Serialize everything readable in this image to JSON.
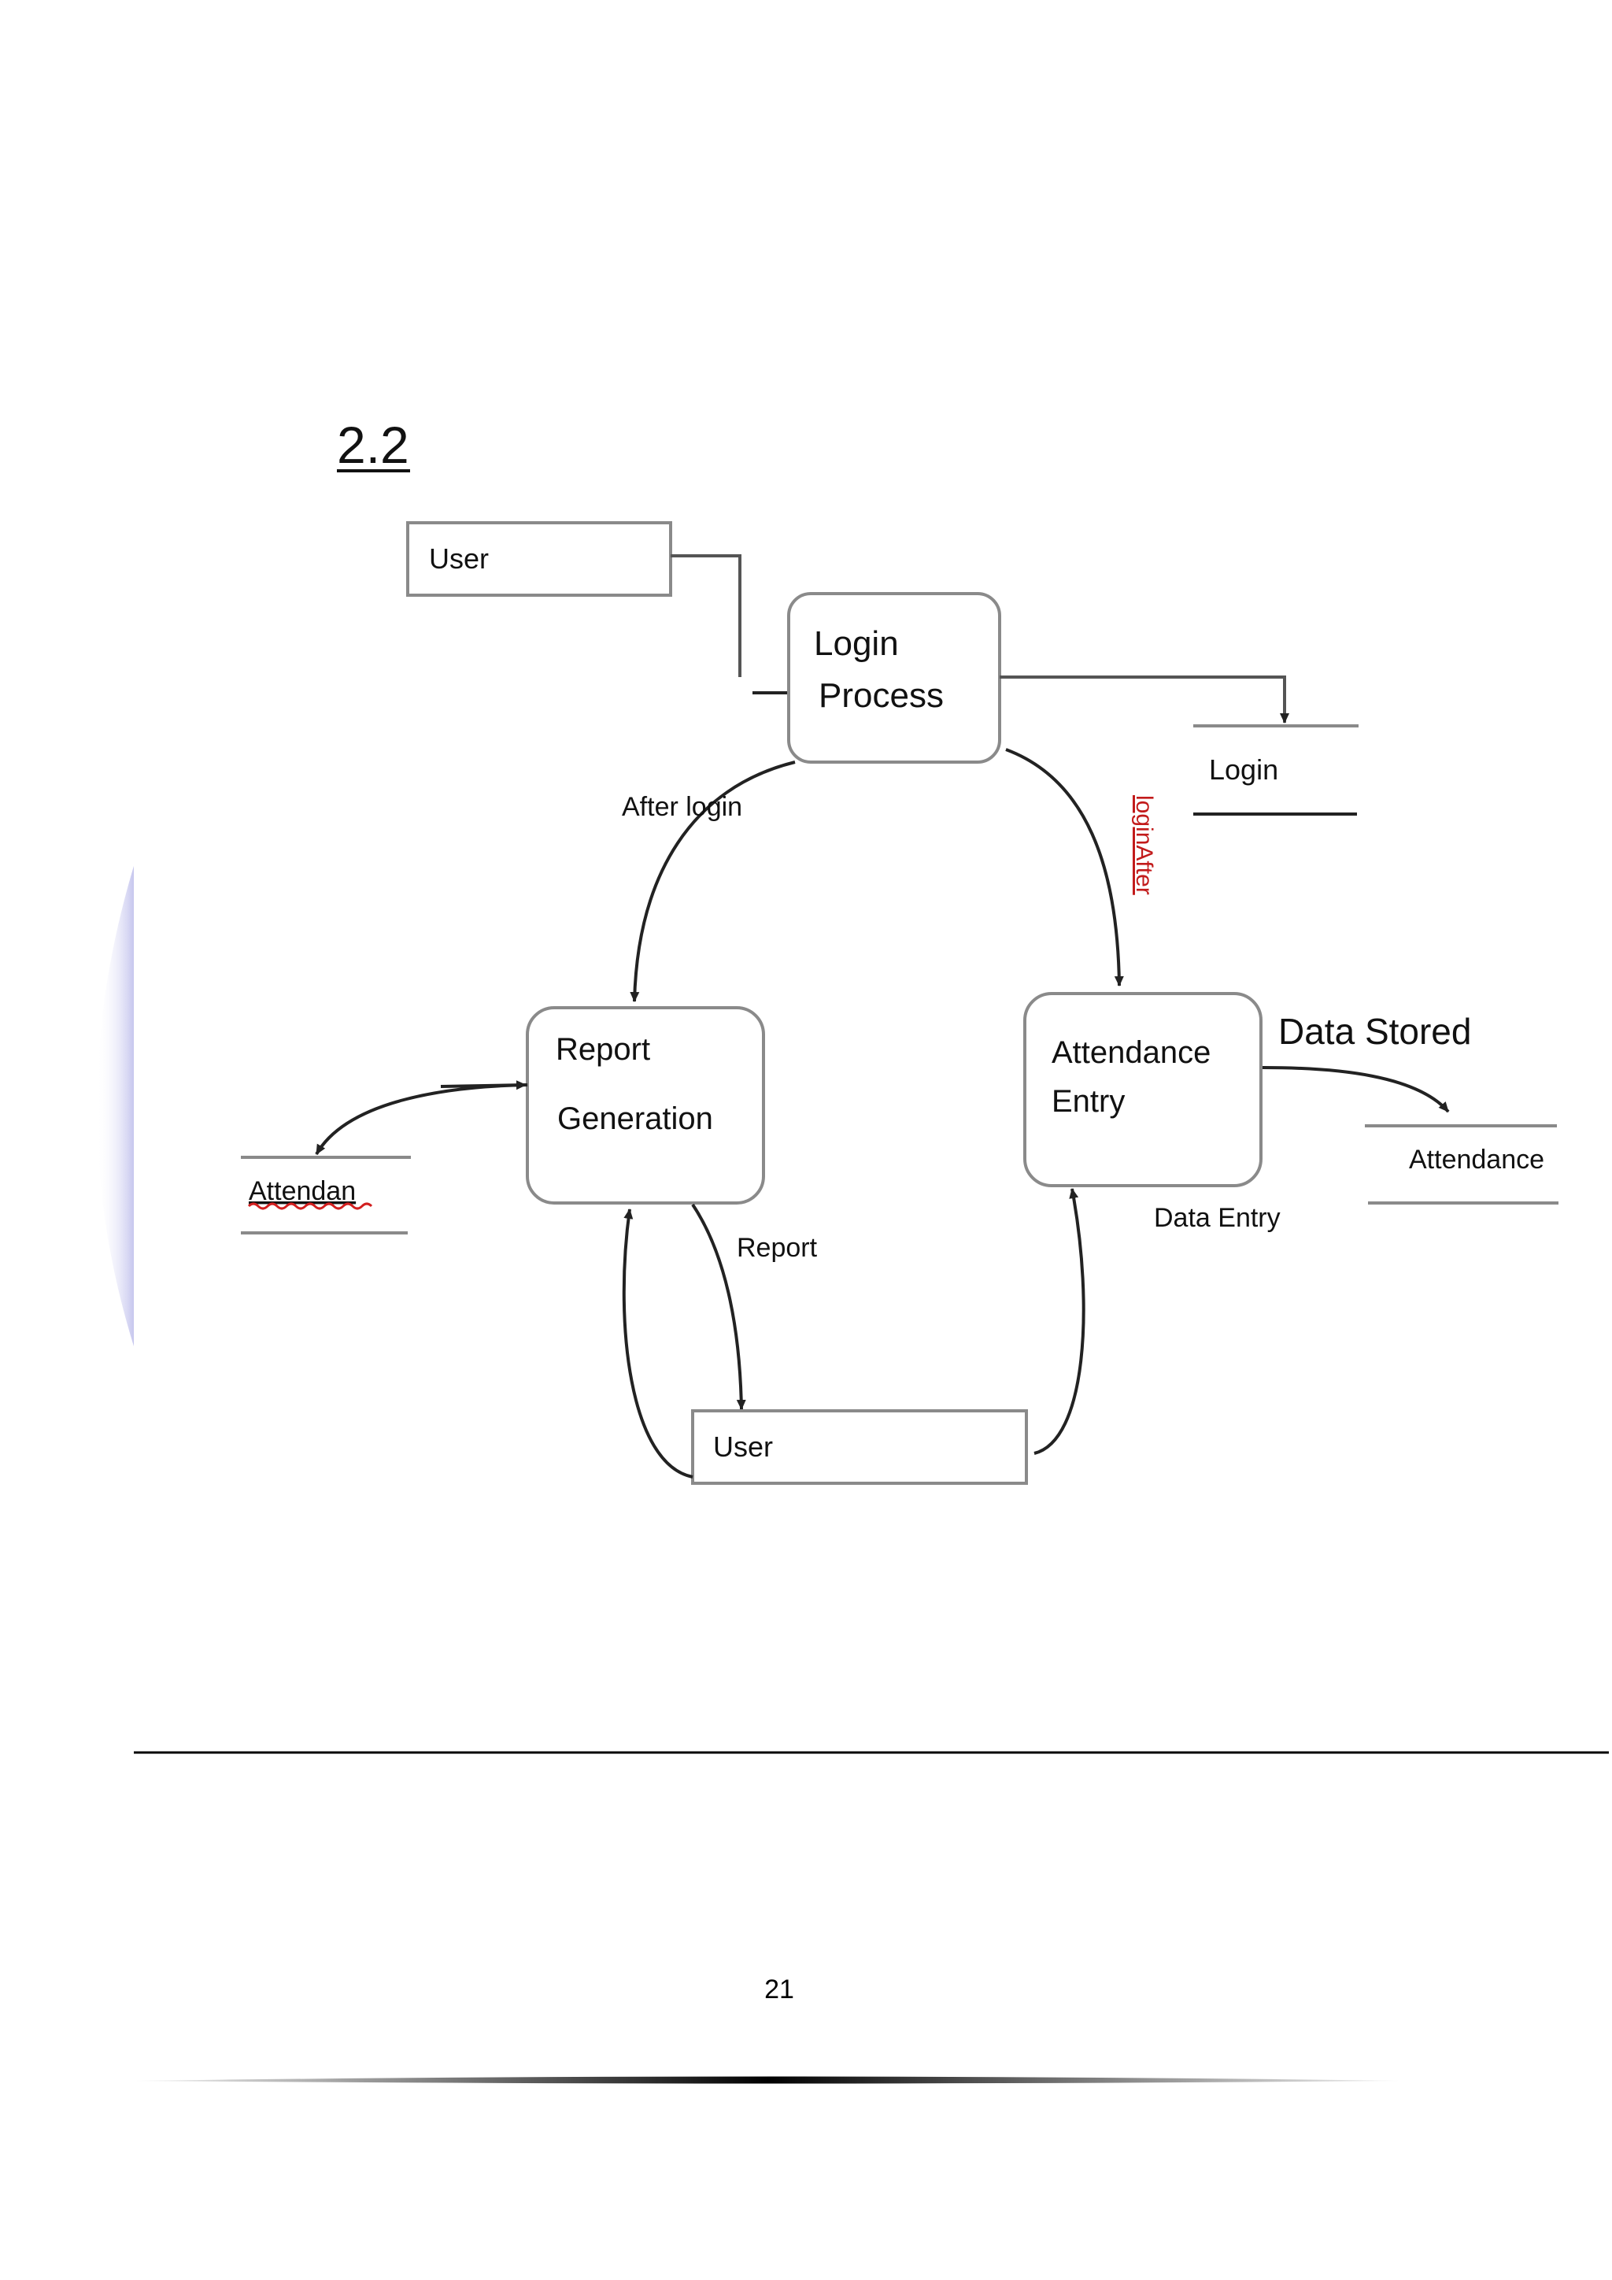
{
  "section_number": "2.2",
  "nodes": {
    "user_top": "User",
    "login_process": [
      "Login",
      "Process"
    ],
    "login_store": "Login",
    "report_generation": [
      "Report",
      "Generation"
    ],
    "attendance_entry": [
      "Attendance",
      "Entry"
    ],
    "attendance_store": "Attendance",
    "attendan_store": "Attendan",
    "user_bottom": "User"
  },
  "flows": {
    "after_login": "After login",
    "login_after": "loginAfter",
    "data_stored": "Data Stored",
    "data_entry": "Data Entry",
    "report": "Report"
  },
  "page_number": "21",
  "colors": {
    "border": "#8a8a8a",
    "line": "#333333",
    "spellcheck": "#d21f1f",
    "side_accent": "#c9c9ee"
  }
}
